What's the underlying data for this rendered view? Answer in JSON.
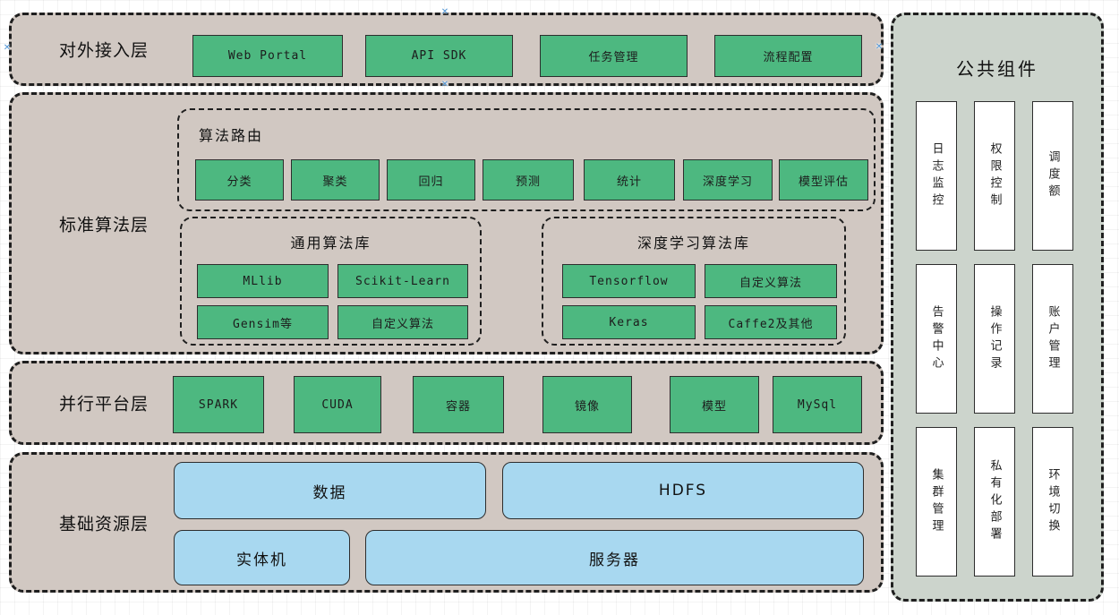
{
  "colors": {
    "layer_bg": "#d1c8c2",
    "panel_bg": "#ccd4cc",
    "green_box": "#4db880",
    "blue_box": "#a8d8f0",
    "card_bg": "#ffffff",
    "dash_border": "#1f1f1f",
    "selection_handle": "#4f94d4"
  },
  "layers": {
    "access": {
      "label": "对外接入层",
      "boxes": [
        "Web Portal",
        "API SDK",
        "任务管理",
        "流程配置"
      ]
    },
    "algorithm": {
      "label": "标准算法层",
      "routing": {
        "title": "算法路由",
        "boxes": [
          "分类",
          "聚类",
          "回归",
          "预测",
          "统计",
          "深度学习",
          "模型评估"
        ]
      },
      "general_lib": {
        "title": "通用算法库",
        "boxes": [
          "MLlib",
          "Scikit-Learn",
          "Gensim等",
          "自定义算法"
        ]
      },
      "dl_lib": {
        "title": "深度学习算法库",
        "boxes": [
          "Tensorflow",
          "自定义算法",
          "Keras",
          "Caffe2及其他"
        ]
      }
    },
    "platform": {
      "label": "并行平台层",
      "boxes": [
        "SPARK",
        "CUDA",
        "容器",
        "镜像",
        "模型",
        "MySql"
      ]
    },
    "resource": {
      "label": "基础资源层",
      "boxes": [
        "数据",
        "HDFS",
        "实体机",
        "服务器"
      ]
    }
  },
  "side_panel": {
    "title": "公共组件",
    "cards": [
      "日志监控",
      "权限控制",
      "调度额",
      "告警中心",
      "操作记录",
      "账户管理",
      "集群管理",
      "私有化部署",
      "环境切换"
    ]
  },
  "selection": {
    "handle_glyph": "✕"
  }
}
